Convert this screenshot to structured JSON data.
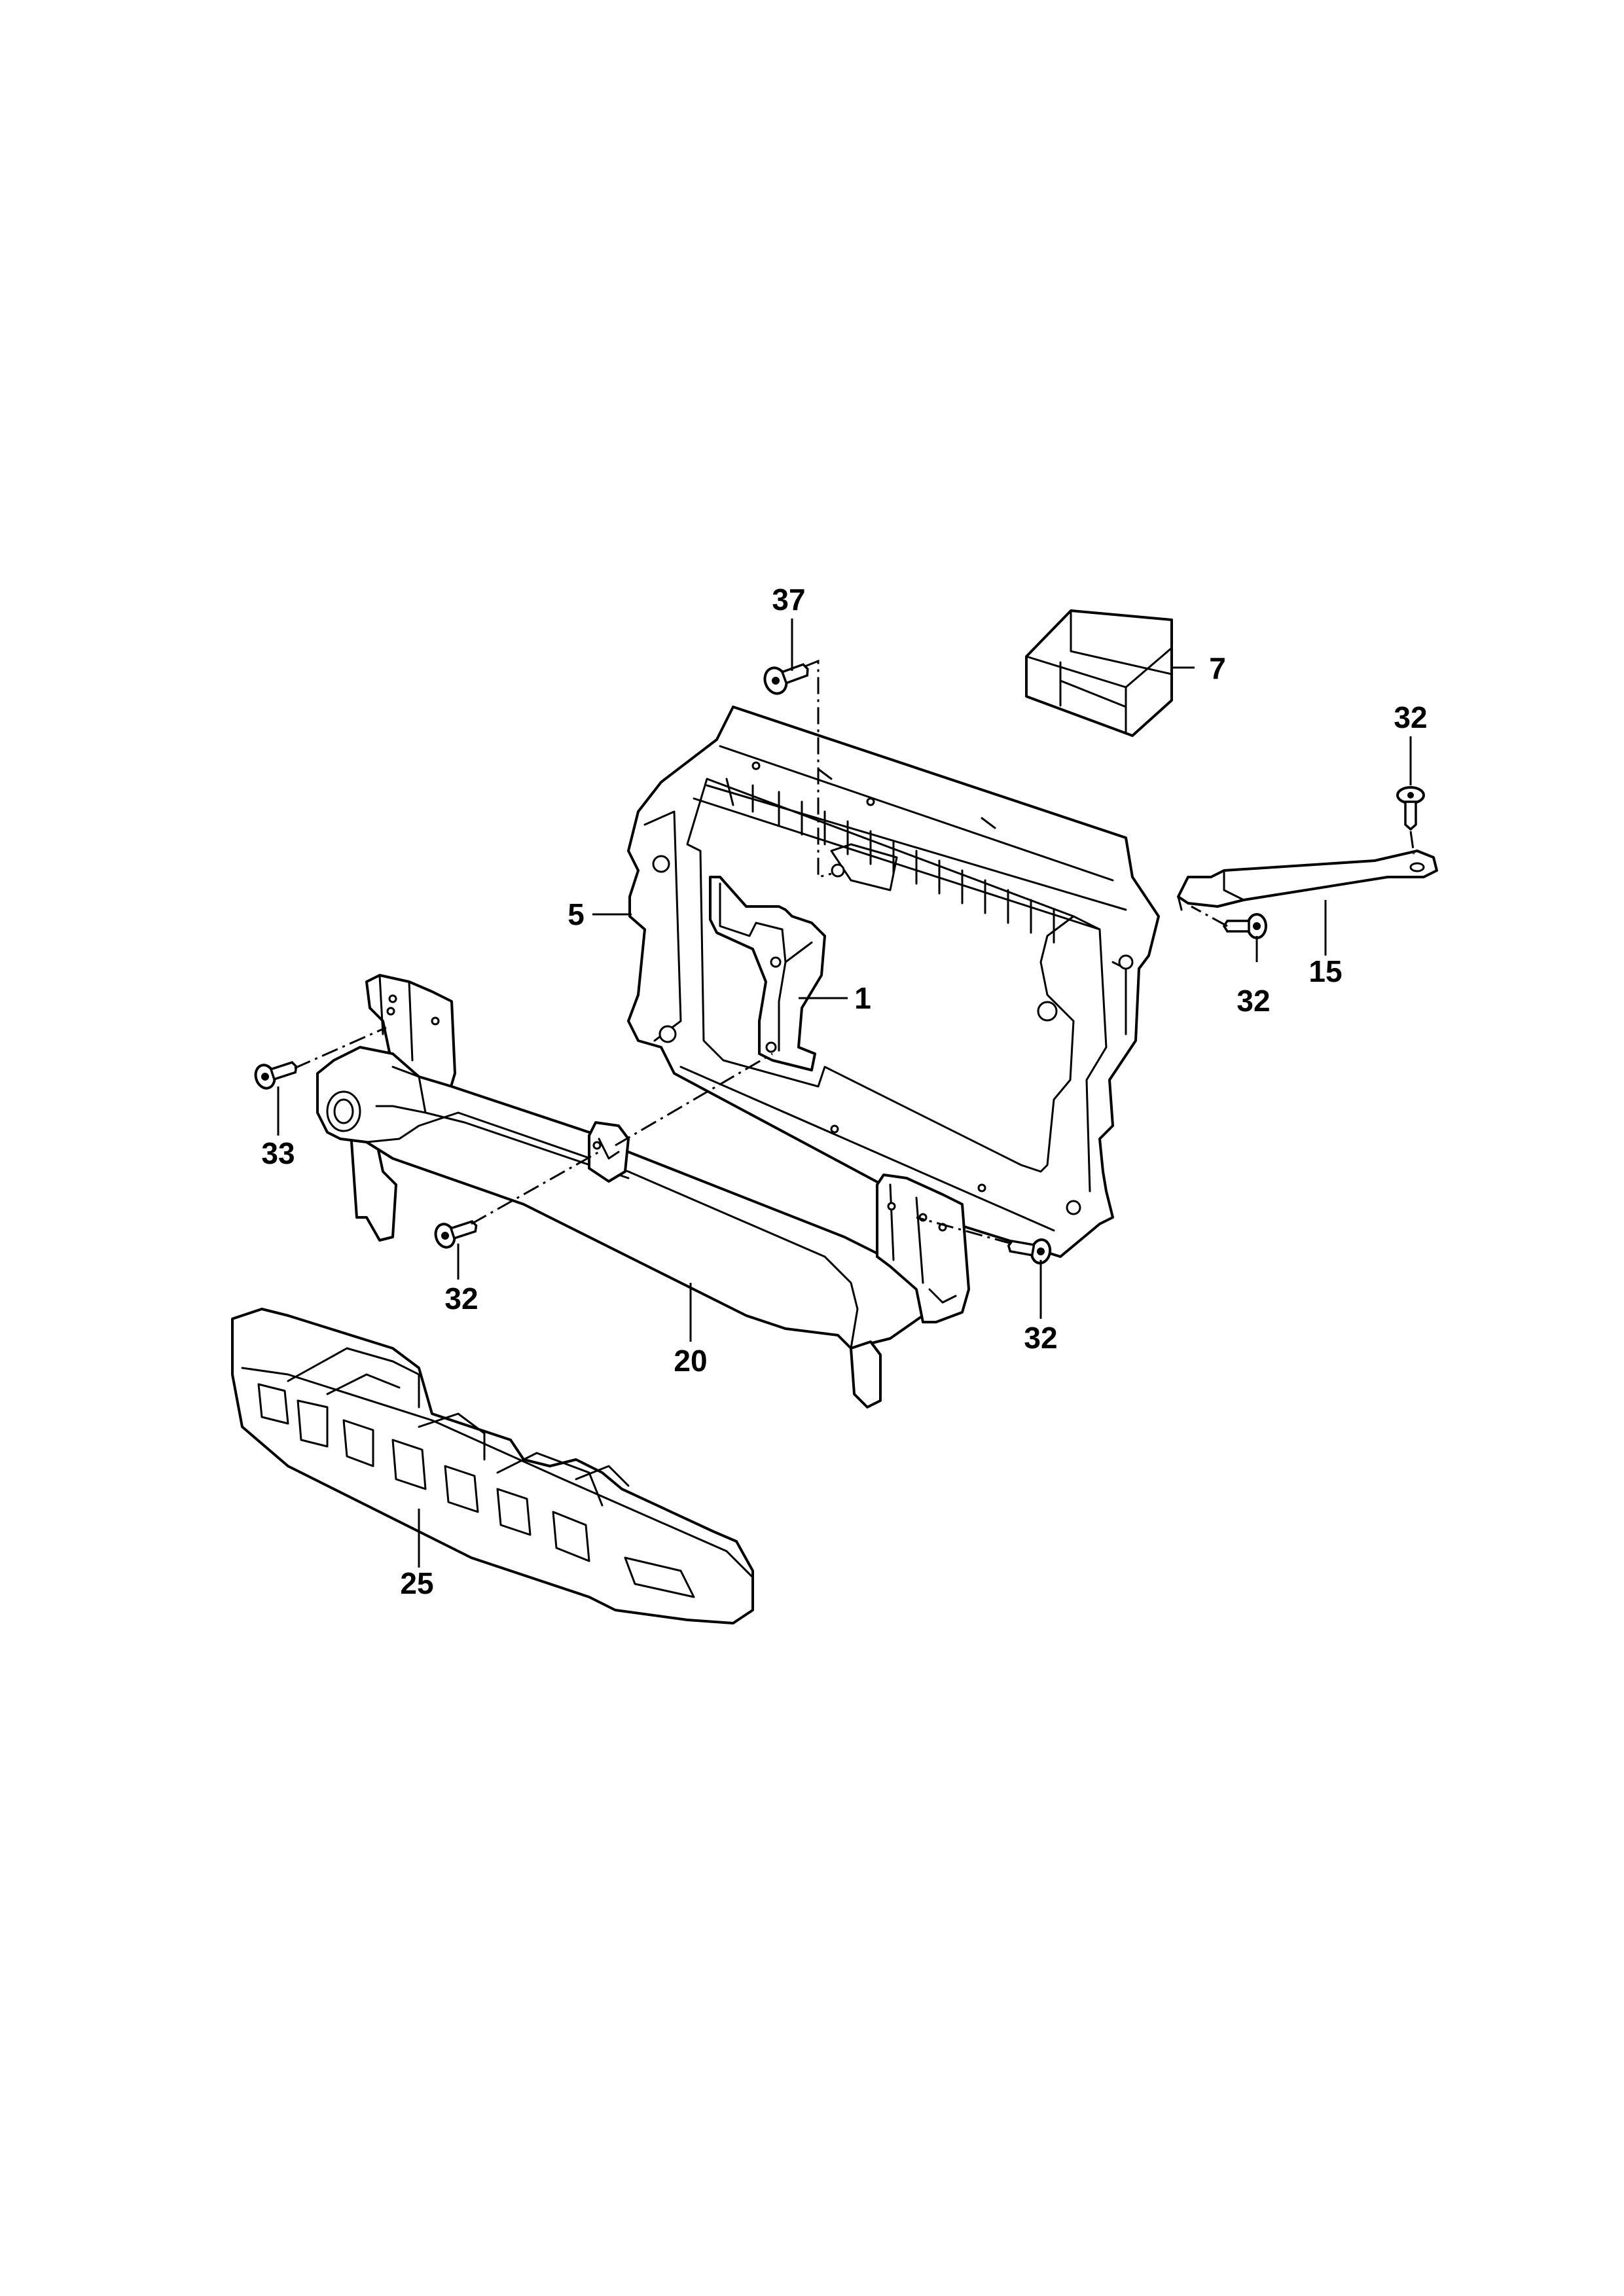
{
  "diagram": {
    "line_color": "#000000",
    "background": "#ffffff",
    "callouts": [
      {
        "id": "c1",
        "text": "1"
      },
      {
        "id": "c5",
        "text": "5"
      },
      {
        "id": "c7",
        "text": "7"
      },
      {
        "id": "c15",
        "text": "15"
      },
      {
        "id": "c20",
        "text": "20"
      },
      {
        "id": "c25",
        "text": "25"
      },
      {
        "id": "c32a",
        "text": "32"
      },
      {
        "id": "c32b",
        "text": "32"
      },
      {
        "id": "c32c",
        "text": "32"
      },
      {
        "id": "c32d",
        "text": "32"
      },
      {
        "id": "c33",
        "text": "33"
      },
      {
        "id": "c37",
        "text": "37"
      }
    ]
  }
}
